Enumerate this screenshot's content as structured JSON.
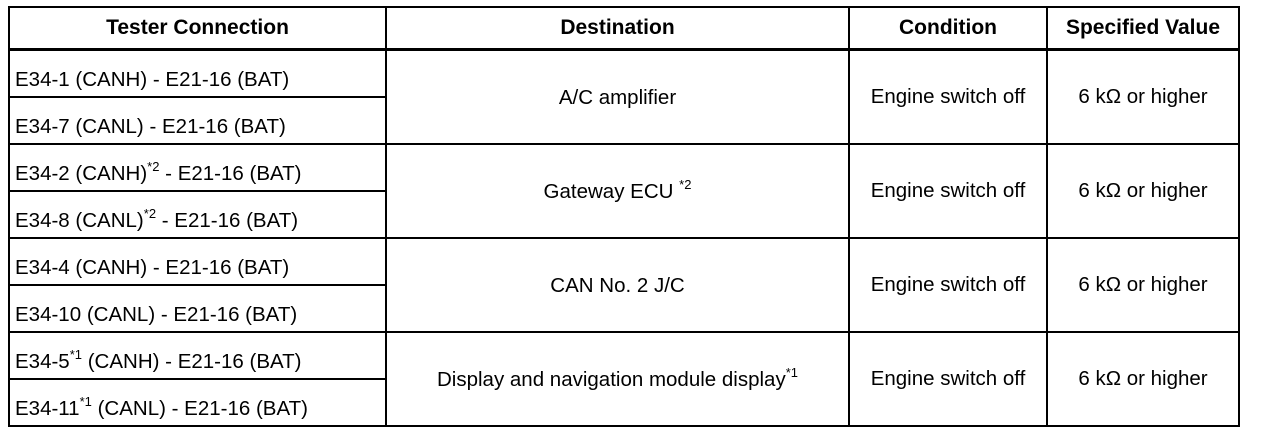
{
  "headers": {
    "tester_connection": "Tester Connection",
    "destination": "Destination",
    "condition": "Condition",
    "specified_value": "Specified Value"
  },
  "groups": [
    {
      "rows": [
        {
          "pin": "E34-1",
          "pin_note": "",
          "signal": "(CANH)",
          "signal_note": "",
          "rest": "- E21-16 (BAT)"
        },
        {
          "pin": "E34-7",
          "pin_note": "",
          "signal": "(CANL)",
          "signal_note": "",
          "rest": "- E21-16 (BAT)"
        }
      ],
      "destination": "A/C amplifier",
      "destination_note": "",
      "condition": "Engine switch off",
      "value": "6 kΩ or higher"
    },
    {
      "rows": [
        {
          "pin": "E34-2",
          "pin_note": "",
          "signal": "(CANH)",
          "signal_note": "*2",
          "rest": "- E21-16 (BAT)"
        },
        {
          "pin": "E34-8",
          "pin_note": "",
          "signal": "(CANL)",
          "signal_note": "*2",
          "rest": "- E21-16 (BAT)"
        }
      ],
      "destination": "Gateway ECU",
      "destination_note": "*2",
      "condition": "Engine switch off",
      "value": "6 kΩ or higher"
    },
    {
      "rows": [
        {
          "pin": "E34-4",
          "pin_note": "",
          "signal": "(CANH)",
          "signal_note": "",
          "rest": "- E21-16 (BAT)"
        },
        {
          "pin": "E34-10",
          "pin_note": "",
          "signal": "(CANL)",
          "signal_note": "",
          "rest": "- E21-16 (BAT)"
        }
      ],
      "destination": "CAN No. 2 J/C",
      "destination_note": "",
      "condition": "Engine switch off",
      "value": "6 kΩ or higher"
    },
    {
      "rows": [
        {
          "pin": "E34-5",
          "pin_note": "*1",
          "signal": "(CANH)",
          "signal_note": "",
          "rest": "- E21-16 (BAT)"
        },
        {
          "pin": "E34-11",
          "pin_note": "*1",
          "signal": "(CANL)",
          "signal_note": "",
          "rest": "- E21-16 (BAT)"
        }
      ],
      "destination": "Display and navigation module display",
      "destination_note": "*1",
      "condition": "Engine switch off",
      "value": "6 kΩ or higher"
    }
  ]
}
